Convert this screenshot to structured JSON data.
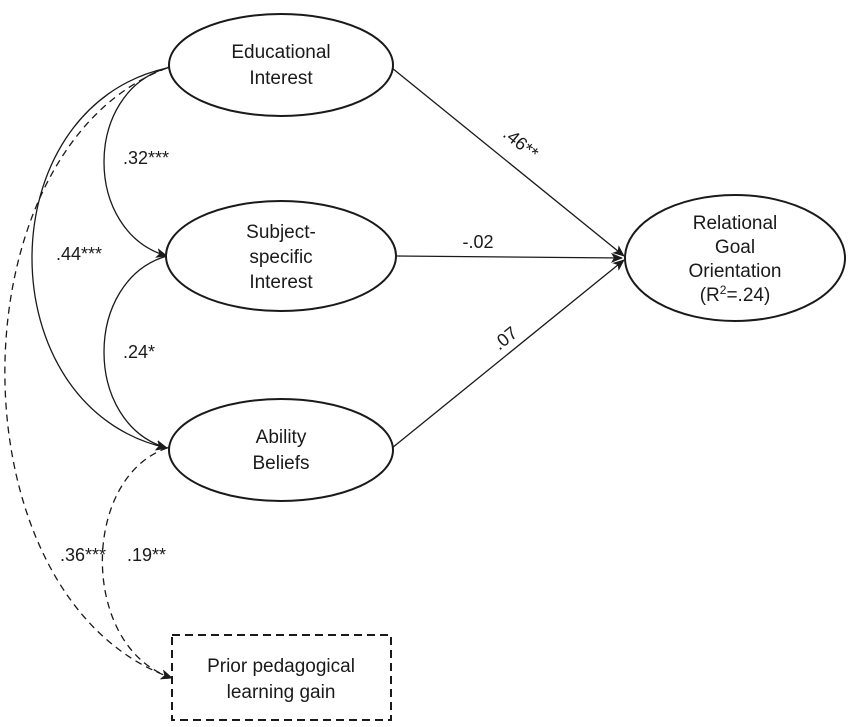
{
  "nodes": {
    "educational_interest": {
      "lines": [
        "Educational",
        "Interest"
      ]
    },
    "subject_specific_interest": {
      "lines": [
        "Subject-",
        "specific",
        "Interest"
      ]
    },
    "ability_beliefs": {
      "lines": [
        "Ability",
        "Beliefs"
      ]
    },
    "relational_goal_orientation": {
      "lines": [
        "Relational",
        "Goal",
        "Orientation"
      ],
      "r2_prefix": "(R",
      "r2_sup": "2",
      "r2_suffix": "=.24)"
    },
    "prior_pedagogical_learning_gain": {
      "lines": [
        "Prior pedagogical",
        "learning gain"
      ]
    }
  },
  "edges": {
    "edu_to_rgo": ".46**",
    "ssi_to_rgo": "-.02",
    "ab_to_rgo": ".07",
    "edu_ssi": ".32***",
    "ssi_ab": ".24*",
    "edu_ab": ".44***",
    "edu_prior": ".36***",
    "ab_prior": ".19**"
  },
  "colors": {
    "line": "#1a1a1a",
    "background": "#ffffff"
  }
}
